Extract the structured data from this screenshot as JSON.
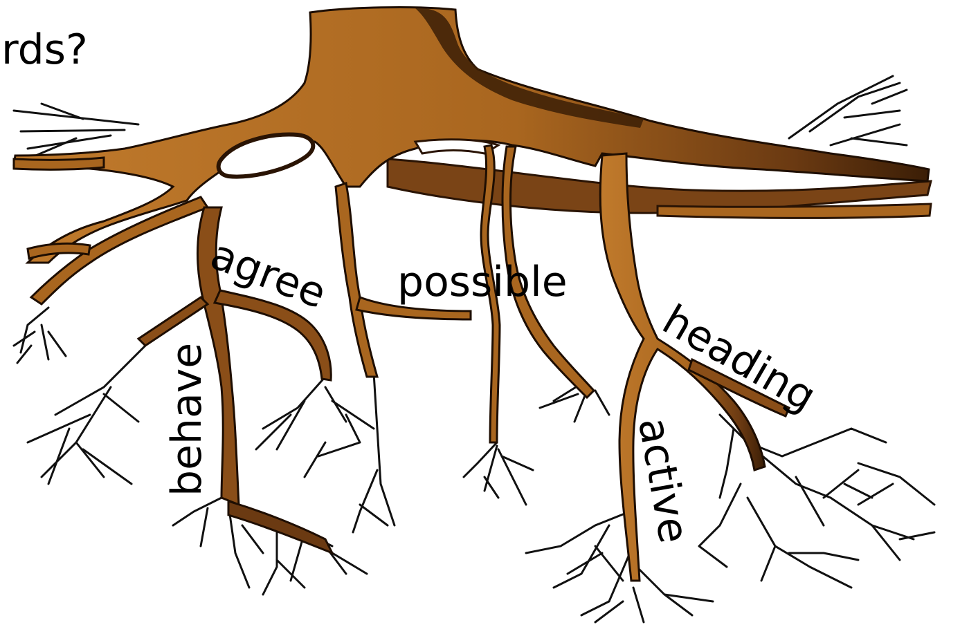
{
  "question_fragment": "rds?",
  "root_words": [
    "agree",
    "possible",
    "behave",
    "heading",
    "active"
  ],
  "colors": {
    "root_fill": "#a9661f",
    "root_dark": "#5a3210",
    "root_shadow": "#3b1e06",
    "rootlet": "#111111",
    "background": "#ffffff"
  }
}
